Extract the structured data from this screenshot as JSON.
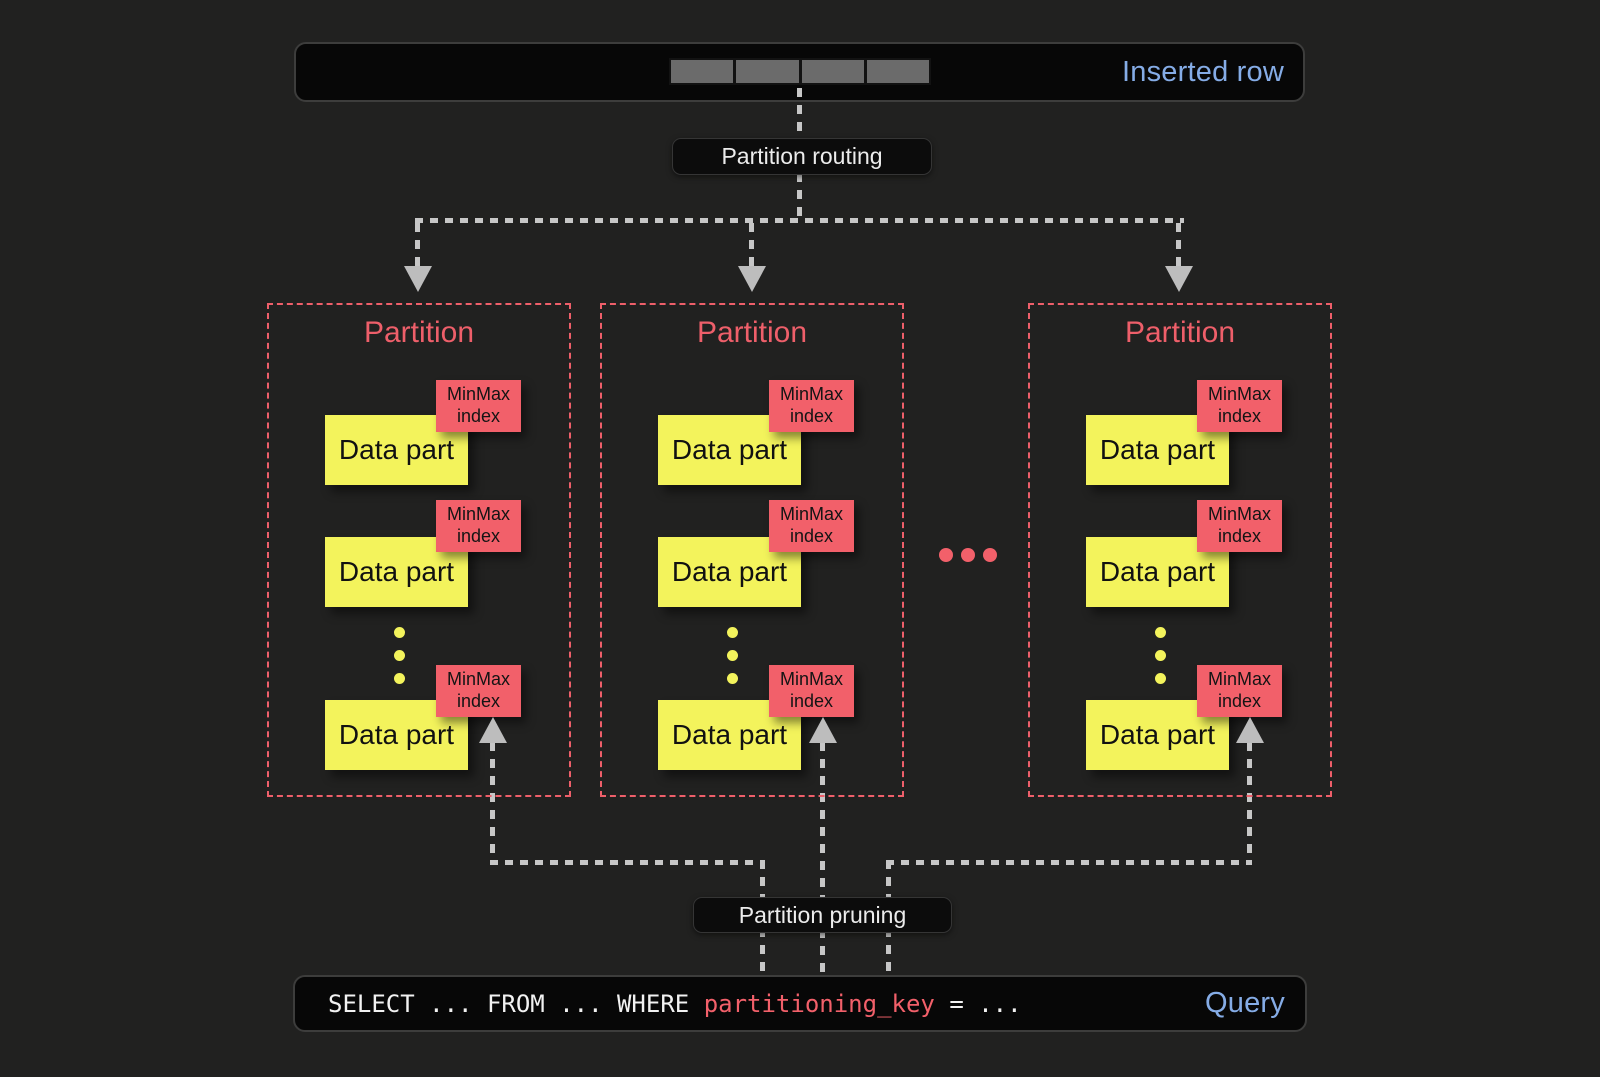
{
  "colors": {
    "background": "#212120",
    "box_background": "#070707",
    "box_border": "#3d3d3c",
    "accent_red": "#ee5f6a",
    "accent_yellow": "#f3f35c",
    "accent_blue": "#85ace6",
    "line_gray": "#c7c7c7",
    "bar_segment_gray": "#6b6b6b"
  },
  "inserted_row": {
    "label": "Inserted row",
    "segment_count": 4
  },
  "flow": {
    "routing_label": "Partition routing",
    "pruning_label": "Partition pruning"
  },
  "partitions": [
    {
      "title": "Partition",
      "parts": [
        {
          "part": "Data part",
          "index": "MinMax index"
        },
        {
          "part": "Data part",
          "index": "MinMax index"
        },
        {
          "part": "Data part",
          "index": "MinMax index"
        }
      ]
    },
    {
      "title": "Partition",
      "parts": [
        {
          "part": "Data part",
          "index": "MinMax index"
        },
        {
          "part": "Data part",
          "index": "MinMax index"
        },
        {
          "part": "Data part",
          "index": "MinMax index"
        }
      ]
    },
    {
      "title": "Partition",
      "parts": [
        {
          "part": "Data part",
          "index": "MinMax index"
        },
        {
          "part": "Data part",
          "index": "MinMax index"
        },
        {
          "part": "Data part",
          "index": "MinMax index"
        }
      ]
    }
  ],
  "query": {
    "sql_select": "SELECT ... FROM ... WHERE ",
    "sql_key": "partitioning_key",
    "sql_equals": " = ...",
    "label": "Query"
  }
}
